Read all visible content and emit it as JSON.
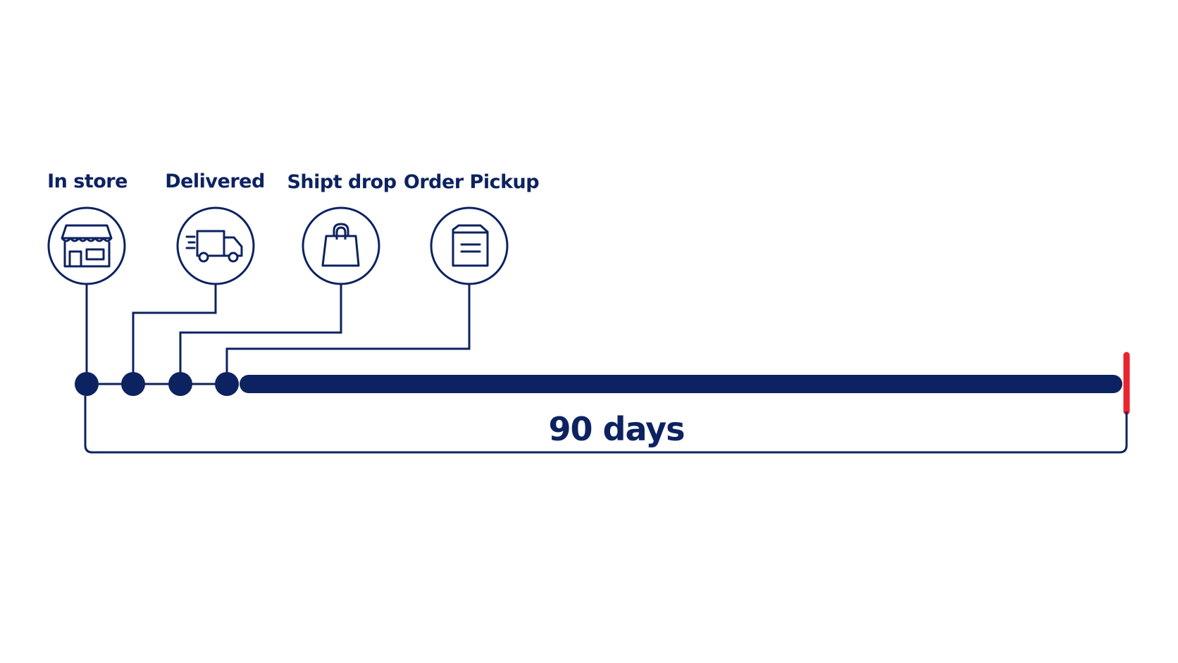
{
  "colors": {
    "primary": "#0d2260",
    "accent": "#e8252e",
    "background": "#ffffff"
  },
  "channels": [
    {
      "label": "In store",
      "icon": "storefront-icon"
    },
    {
      "label": "Delivered",
      "icon": "delivery-truck-icon"
    },
    {
      "label": "Shipt drop",
      "icon": "shopping-bag-icon"
    },
    {
      "label": "Order Pickup",
      "icon": "package-icon"
    }
  ],
  "duration_label": "90 days"
}
